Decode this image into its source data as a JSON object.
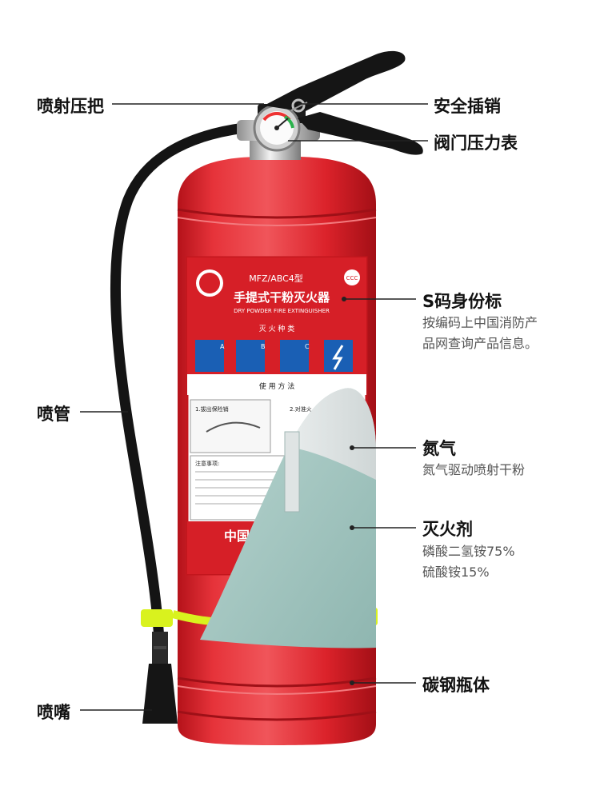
{
  "callouts": {
    "trigger": "喷射压把",
    "safety_pin": "安全插销",
    "gauge": "阀门压力表",
    "s_code": "S码身份标",
    "s_code_desc_1": "按编码上中国消防产",
    "s_code_desc_2": "品网查询产品信息。",
    "hose": "喷管",
    "nitrogen": "氮气",
    "nitrogen_desc": "氮气驱动喷射干粉",
    "agent": "灭火剂",
    "agent_desc_1": "磷酸二氢铵75%",
    "agent_desc_2": "硫酸铵15%",
    "body": "碳钢瓶体",
    "nozzle": "喷嘴"
  },
  "product_label": {
    "model": "MFZ/ABC4型",
    "title_cn": "手提式干粉灭火器",
    "title_en": "DRY POWDER FIRE EXTINGUISHER",
    "classes_heading": "灭 火 种 类",
    "class_letters": [
      "A",
      "B",
      "C"
    ],
    "usage_heading": "使 用 方 法",
    "step1": "1.拔出保险销",
    "step2": "2.对准火",
    "notice_heading": "注意事项:",
    "cert_mark": "CCC",
    "footer_cn": "中国"
  },
  "colors": {
    "cylinder_red": "#e3242b",
    "hose_black": "#141414",
    "band_yellow": "#d9f21e",
    "powder": "#a7c8c3"
  }
}
